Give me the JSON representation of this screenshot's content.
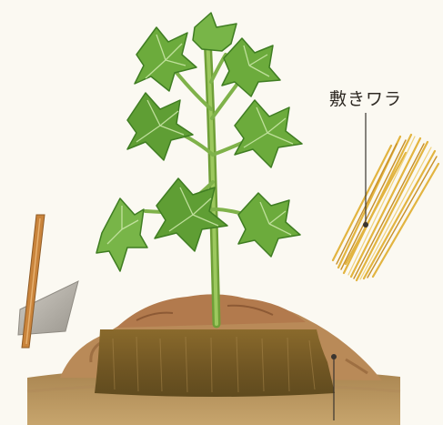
{
  "annotations": {
    "straw_mulch_label": "敷きワラ"
  },
  "colors": {
    "background": "#fbf9f2",
    "leaf": "#6cab3c",
    "leaf_dark": "#3f7d22",
    "stem": "#7fb24a",
    "soil": "#b27a4d",
    "soil_dark": "#6f5523",
    "straw": "#e2b440",
    "hoe_blade": "#b8b4ac",
    "hoe_handle": "#c9843c",
    "leader_line": "#3a3530"
  },
  "icons": [
    "plant-illustration",
    "hoe-icon",
    "straw-bundle-illustration",
    "soil-ridge-illustration"
  ]
}
